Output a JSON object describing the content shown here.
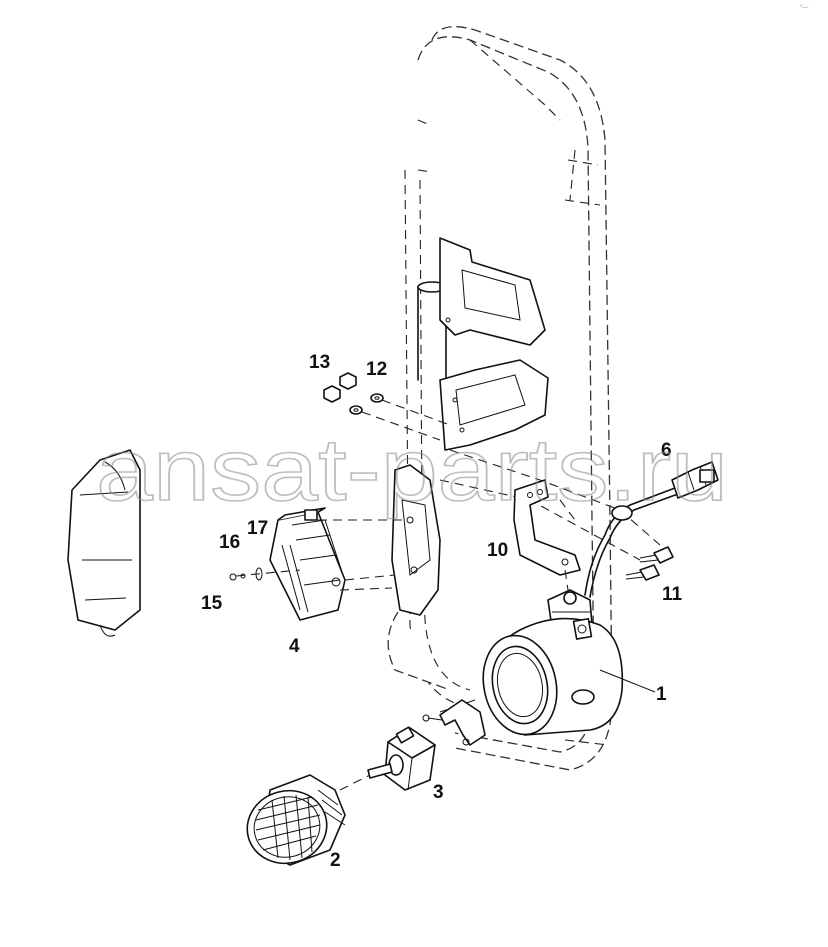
{
  "watermark": "ansat-parts.ru",
  "corner_mark": "°—",
  "callouts": {
    "c1": "1",
    "c2": "2",
    "c3": "3",
    "c4": "4",
    "c6": "6",
    "c10": "10",
    "c11": "11",
    "c12": "12",
    "c13": "13",
    "c15": "15",
    "c16": "16",
    "c17": "17"
  }
}
